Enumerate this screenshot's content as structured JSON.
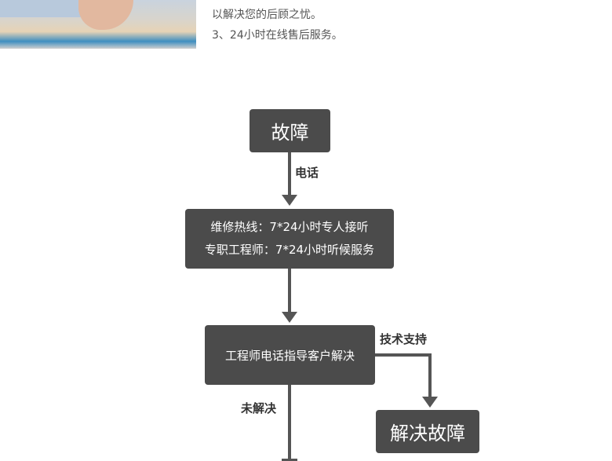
{
  "intro": {
    "line1": "以解决您的后顾之忧。",
    "line2": "3、24小时在线售后服务。"
  },
  "flow": {
    "start": "故障",
    "edge1": "电话",
    "hotline": "维修热线：7*24小时专人接听",
    "engineer": "专职工程师：7*24小时听候服务",
    "guide": "工程师电话指导客户解决",
    "edge_support": "技术支持",
    "edge_unsolved": "未解决",
    "resolved": "解决故障"
  }
}
